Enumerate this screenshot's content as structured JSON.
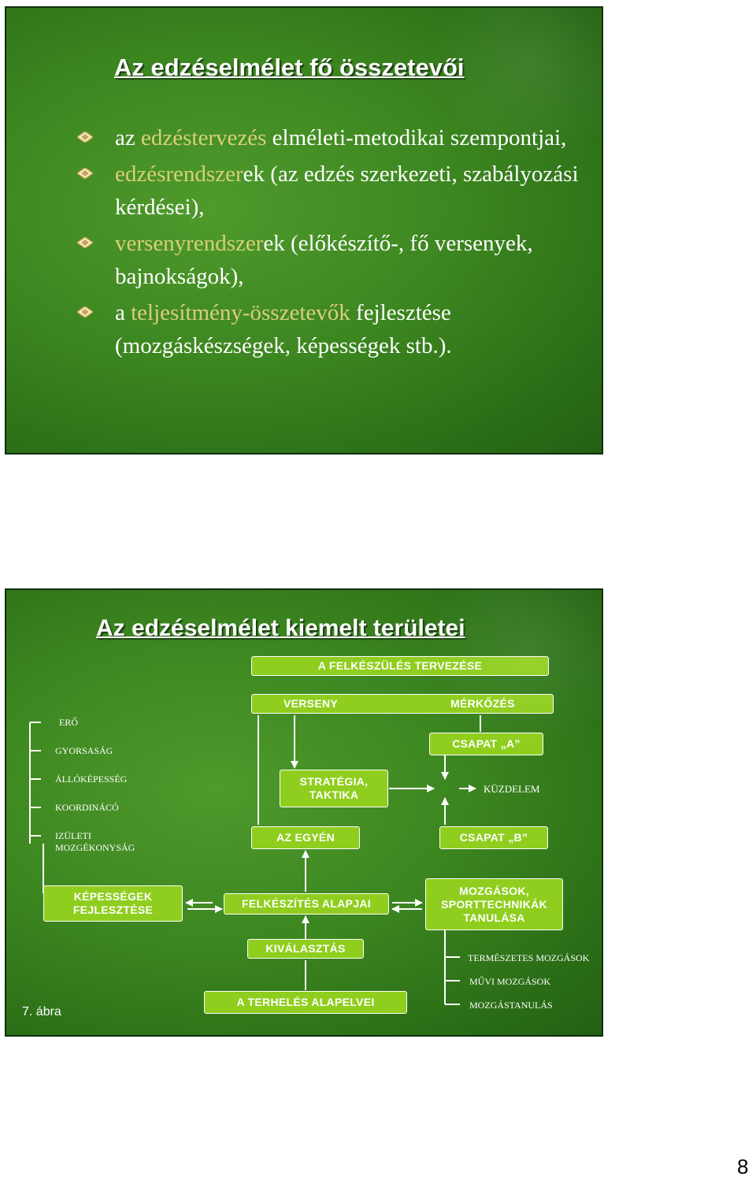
{
  "slide1": {
    "title": "Az edzéselmélet fő összetevői",
    "bullets": [
      {
        "hl": "edzéstervezés",
        "pre": "az ",
        "post": " elméleti-metodikai szempontjai,"
      },
      {
        "hl": "edzésrendszer",
        "pre": "",
        "post": "ek (az edzés szerkezeti, szabályozási kérdései),"
      },
      {
        "hl": "versenyrendszer",
        "pre": "",
        "post": "ek (előkészítő-, fő versenyek, bajnokságok),"
      },
      {
        "hl": "teljesítmény-összetevők",
        "pre": "a ",
        "post": " fejlesztése (mozgáskészségek, képességek stb.)."
      }
    ],
    "bullet_icon": "diamond-bullet-icon"
  },
  "slide2": {
    "title": "Az edzéselmélet kiemelt területei",
    "boxes": {
      "felkeszules": "A FELKÉSZÜLÉS TERVEZÉSE",
      "verseny": "VERSENY",
      "merkozes": "MÉRKŐZÉS",
      "csapat_a": "CSAPAT „A”",
      "strategia": "STRATÉGIA, TAKTIKA",
      "egyen": "AZ EGYÉN",
      "csapat_b": "CSAPAT „B”",
      "kepessegek": "KÉPESSÉGEK FEJLESZTÉSE",
      "alapjai": "FELKÉSZÍTÉS ALAPJAI",
      "mozgasok": "MOZGÁSOK, SPORTTECHNIKÁK TANULÁSA",
      "kivalasztas": "KIVÁLASZTÁS",
      "terheles": "A TERHELÉS ALAPELVEI"
    },
    "labels": {
      "ero": "ERŐ",
      "gyorsasag": "GYORSASÁG",
      "allokepesseg": "ÁLLÓKÉPESSÉG",
      "koordinacio": "KOORDINÁCÓ",
      "izuleti1": "IZÜLETI",
      "izuleti2": "MOZGÉKONYSÁG",
      "kuzdelem": "KÜZDELEM",
      "termeszetes": "TERMÉSZETES MOZGÁSOK",
      "muvi": "MŰVI MOZGÁSOK",
      "mozgastanulas": "MOZGÁSTANULÁS"
    },
    "caption": "7. ábra"
  },
  "page_number": "8",
  "colors": {
    "slide_bg": "#3c8620",
    "box_fill": "#8fce1e",
    "highlight_text": "#d9cf7a"
  }
}
